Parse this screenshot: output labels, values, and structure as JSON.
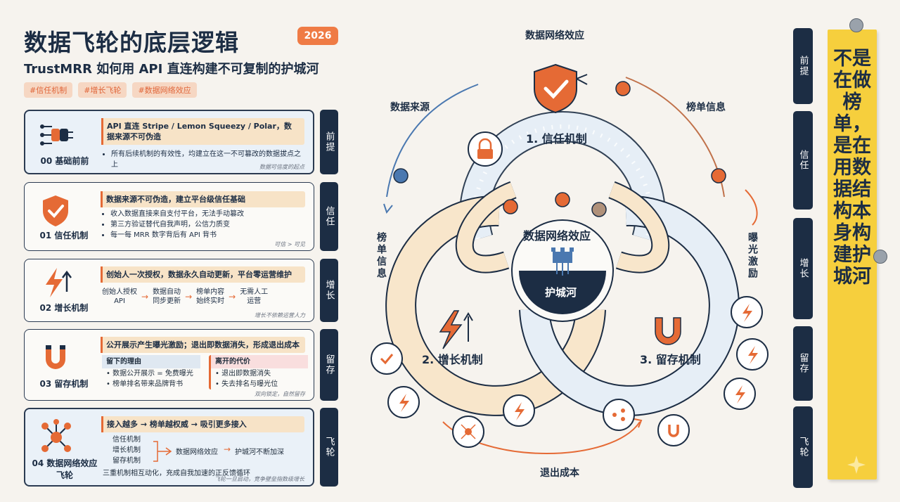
{
  "header": {
    "title": "数据飞轮的底层逻辑",
    "year": "2026",
    "subtitle": "TrustMRR 如何用 API 直连构建不可复制的护城河",
    "tags": [
      "#信任机制",
      "#增长飞轮",
      "#数据网络效应"
    ]
  },
  "cards": {
    "c0": {
      "name": "00 基础前前",
      "headline": "API 直连 Stripe / Lemon Squeezy / Polar，数据来源不可伪造",
      "bullets": [
        "所有后续机制的有效性，均建立在这一不可篡改的数据拔点之上"
      ],
      "note": "数据可信度的起点",
      "tab": "前提"
    },
    "c1": {
      "name": "01 信任机制",
      "headline": "数据来源不可伪造，建立平台级信任基础",
      "bullets": [
        "收入数据直接来自支付平台，无法手动篡改",
        "第三方验证替代自我声明，公信力质变",
        "每一每 MRR 数字背后有 API 背书"
      ],
      "note": "可信 > 可见",
      "tab": "信任"
    },
    "c2": {
      "name": "02 增长机制",
      "headline": "创始人一次授权，数据永久自动更新，平台零运营维护",
      "flow": [
        "创始人授权\nAPI",
        "数据自动\n同步更新",
        "榜单内容\n始终实时",
        "无需人工\n运营"
      ],
      "note": "增长不依赖运营人力",
      "tab": "增长"
    },
    "c3": {
      "name": "03 留存机制",
      "headline": "公开展示产生曝光激励；退出即数据消失，形成退出成本",
      "stay_title": "留下的理由",
      "stay_items": [
        "数据公开展示 = 免费曝光",
        "榜单排名带来品牌背书"
      ],
      "leave_title": "离开的代价",
      "leave_items": [
        "退出即数据消失",
        "失去排名与曝光位"
      ],
      "note": "双向锁定，自然留存",
      "tab": "留存"
    },
    "c4": {
      "name": "04 数据网络效应飞轮",
      "headline": "接入越多 → 榜单越权威 → 吸引更多接入",
      "mechs": [
        "信任机制",
        "增长机制",
        "留存机制"
      ],
      "effect": "数据网络效应",
      "result": "护城河不断加深",
      "summary": "三重机制相互动化，充成自我加速的正反馈循环",
      "note": "飞轮一旦启动，竞争壁垒指数级增长",
      "tab": "飞轮"
    }
  },
  "diagram": {
    "top_label": "数据网络效应",
    "data_source": "数据来源",
    "rank_info_right": "榜单信息",
    "rank_info_left": "榜单信息",
    "exposure": "曝光激励",
    "exit_cost": "退出成本",
    "mech1": "1. 信任机制",
    "mech2": "2. 增长机制",
    "mech3": "3. 留存机制",
    "center_title": "数据网络效应",
    "center_label": "护城河"
  },
  "right_tabs": [
    "前提",
    "信任",
    "增长",
    "留存",
    "飞轮"
  ],
  "sticky_note": "不是在做榜单，是在用数据结构本身构建护城河",
  "colors": {
    "accent": "#e56a35",
    "navy": "#1c2d44",
    "blue_ring": "#e6eef6",
    "cream_ring": "#f8e6cb",
    "note": "#f6cf3d"
  }
}
